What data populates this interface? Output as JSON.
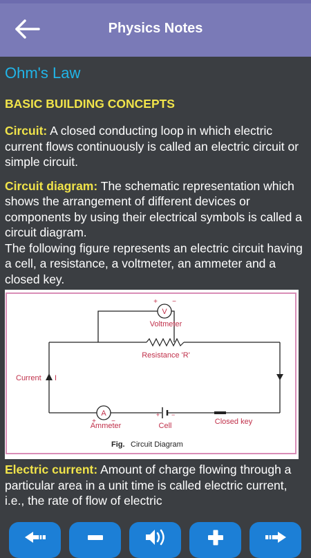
{
  "app": {
    "title": "Physics Notes"
  },
  "content": {
    "heading": "Ohm's Law",
    "subheading": "BASIC BUILDING CONCEPTS",
    "circuit_term": "Circuit:",
    "circuit_text": " A closed conducting loop in which electric current flows continuously is called an electric circuit or simple circuit.",
    "diagram_term": "Circuit diagram:",
    "diagram_text": " The schematic representation which shows the arrangement of different devices or components by using their electrical symbols is called a circuit diagram.",
    "figure_intro": "The following figure represents an electric circuit having a cell, a resistance, a voltmeter, an ammeter and a closed key.",
    "current_term": "Electric current:",
    "current_text": " Amount of charge flowing through a particular area in a unit time is called electric current, i.e., the rate of flow of electric"
  },
  "figure": {
    "voltmeter_symbol": "V",
    "voltmeter_label": "Voltmeter",
    "resistance_label": "Resistance 'R'",
    "current_label": "Current",
    "current_symbol": "I",
    "ammeter_symbol": "A",
    "ammeter_label": "Ammeter",
    "cell_label": "Cell",
    "key_label": "Closed key",
    "caption_prefix": "Fig.",
    "caption": "Circuit Diagram",
    "plus": "+",
    "minus": "−"
  },
  "bottom_bar": {
    "buttons": [
      {
        "icon": "arrow-left-icon"
      },
      {
        "icon": "minus-icon"
      },
      {
        "icon": "speaker-icon"
      },
      {
        "icon": "plus-icon"
      },
      {
        "icon": "arrow-right-icon"
      }
    ]
  },
  "colors": {
    "app_bar": "#7a7ab7",
    "background": "#3b3e42",
    "heading_blue": "#21b5e8",
    "term_yellow": "#f1e44a",
    "button_blue": "#1c7fd6",
    "figure_border": "#d98db7"
  }
}
